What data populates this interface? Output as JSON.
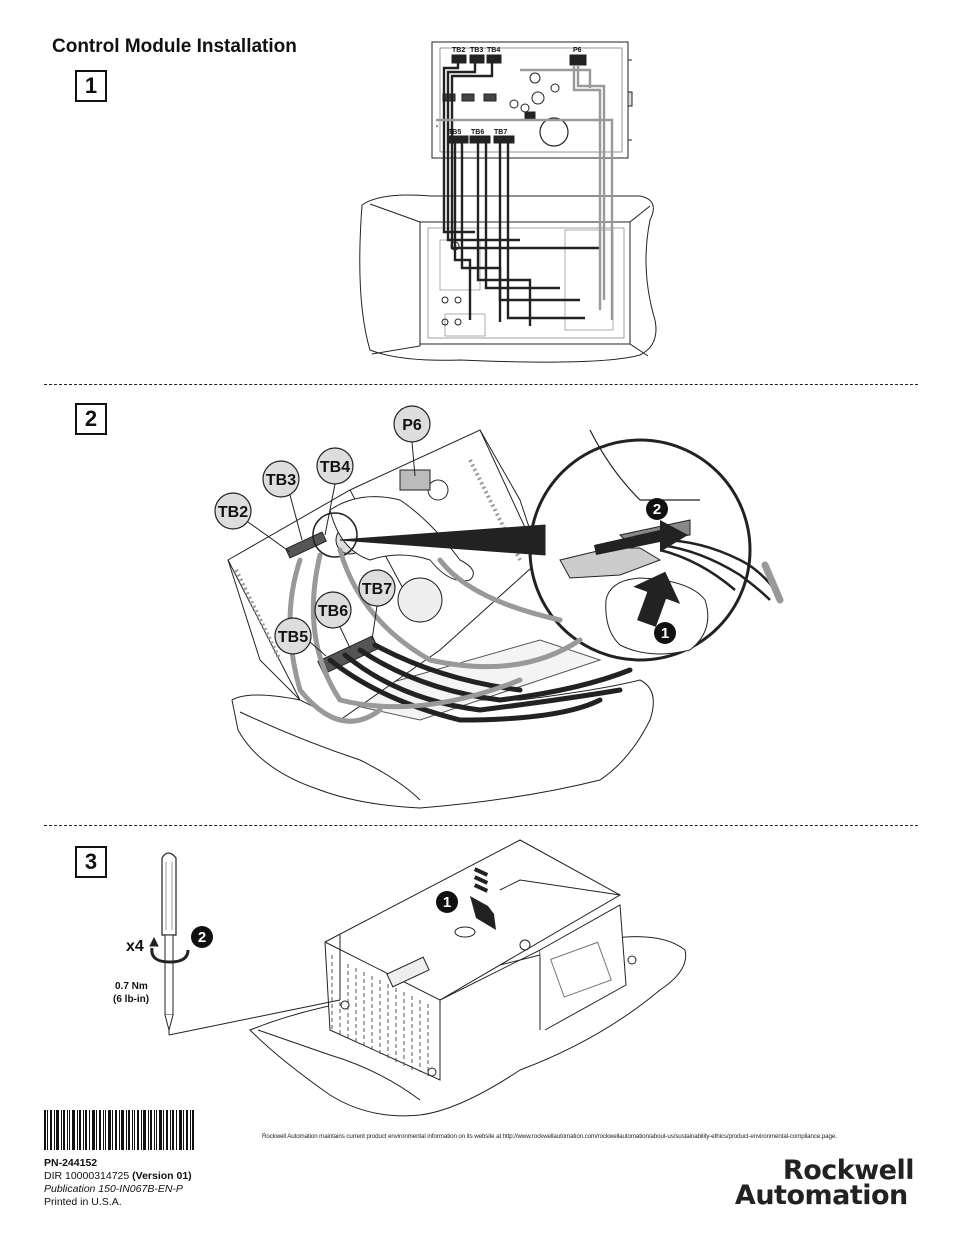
{
  "title": "Control Module Installation",
  "steps": [
    "1",
    "2",
    "3"
  ],
  "figure1": {
    "terminal_labels": [
      "TB2",
      "TB3",
      "TB4",
      "P6",
      "TB5",
      "TB6",
      "TB7"
    ]
  },
  "figure2": {
    "callouts": [
      "P6",
      "TB4",
      "TB3",
      "TB2",
      "TB7",
      "TB6",
      "TB5"
    ],
    "sequence": [
      "1",
      "2"
    ]
  },
  "figure3": {
    "sequence": [
      "1",
      "2"
    ],
    "count": "x4",
    "torque_nm": "0.7 Nm",
    "torque_lbin": "(6 lb-in)"
  },
  "footer": {
    "env_notice": "Rockwell Automation maintains current product environmental information on its website at http://www.rockwellautomation.com/rockwellautomation/about-us/sustainability-ethics/product-environmental-compliance.page.",
    "part_number": "PN-244152",
    "dir_prefix": "DIR 10000314725 ",
    "dir_version": "(Version 01)",
    "publication": "Publication 150-IN067B-EN-P",
    "printed": "Printed in U.S.A.",
    "logo_line1": "Rockwell",
    "logo_line2": "Automation"
  }
}
